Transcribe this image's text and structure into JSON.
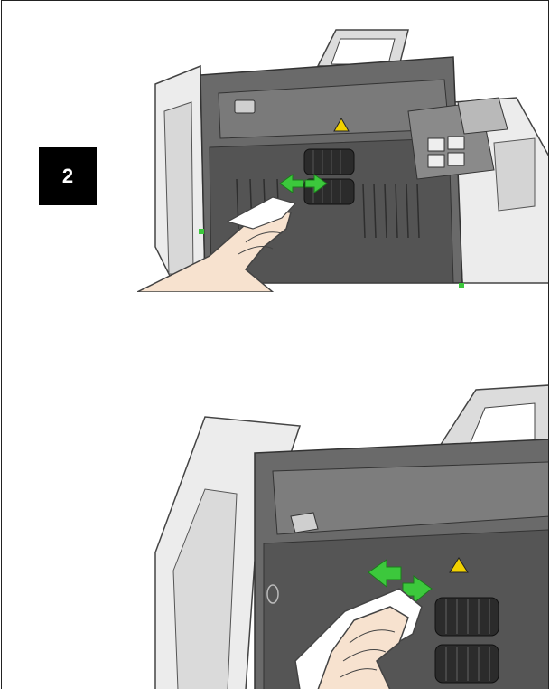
{
  "step": {
    "number": "2"
  },
  "illustrations": [
    {
      "name": "scanner-roller-cleaning-overview",
      "accent_color": "#3cc83c"
    },
    {
      "name": "scanner-roller-cleaning-closeup",
      "accent_color": "#3cc83c"
    }
  ],
  "colors": {
    "arrow": "#3cc83c",
    "warning": "#f2d200",
    "scanner_light": "#e6e6e6",
    "scanner_dark": "#5a5a5a"
  }
}
